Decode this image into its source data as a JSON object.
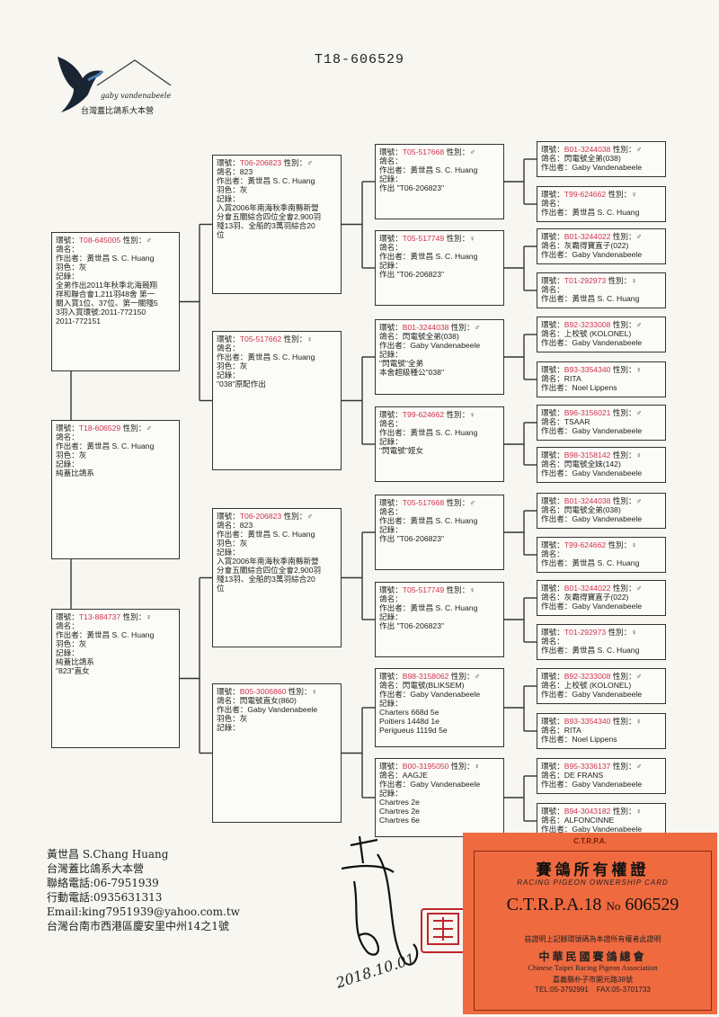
{
  "title": "T18-606529",
  "logo": {
    "script": "gaby vandenabeele",
    "text": "台灣蓋比鴿系大本營"
  },
  "boxes": [
    {
      "id": "b1",
      "ring": "T18-606529",
      "sex": "♂",
      "lines": [
        "鴿名：",
        "作出者：黃世昌 S. C. Huang",
        "羽色：灰",
        "記錄：",
        "純蓋比鴿系"
      ]
    },
    {
      "id": "b2",
      "ring": "T08-645005",
      "sex": "♂",
      "lines": [
        "鴿名：",
        "作出者：黃世昌 S. C. Huang",
        "羽色：灰",
        "記錄：",
        "全弟作出2011年秋季北海競翔",
        "祥和聯合會1,211羽48舍 第一",
        "關入賞1位、37位、第一關殘5",
        "3羽入賞環號:2011-772150",
        "2011-772151"
      ]
    },
    {
      "id": "b3",
      "ring": "T13-884737",
      "sex": "♀",
      "lines": [
        "鴿名：",
        "作出者：黃世昌 S. C. Huang",
        "羽色：灰",
        "記錄：",
        "純蓋比鴿系",
        "\"823\"直女"
      ]
    },
    {
      "id": "b4",
      "ring": "T06-206823",
      "sex": "♂",
      "lines": [
        "鴿名：823",
        "作出者：黃世昌 S. C. Huang",
        "羽色：灰",
        "記錄：",
        "入賞2006年南海秋季南縣新營",
        "分會五關綜合四位全會2,900羽",
        "殘13羽、全船的3萬羽綜合20",
        "位"
      ]
    },
    {
      "id": "b5",
      "ring": "T05-517662",
      "sex": "♀",
      "lines": [
        "鴿名：",
        "作出者：黃世昌 S. C. Huang",
        "羽色：灰",
        "記錄：",
        "\"038\"原配作出"
      ]
    },
    {
      "id": "b6",
      "ring": "T06-206823",
      "sex": "♂",
      "lines": [
        "鴿名：823",
        "作出者：黃世昌 S. C. Huang",
        "羽色：灰",
        "記錄：",
        "入賞2006年南海秋季南縣新營",
        "分會五關綜合四位全會2,900羽",
        "殘13羽、全船的3萬羽綜合20",
        "位"
      ]
    },
    {
      "id": "b7",
      "ring": "B05-3006860",
      "sex": "♀",
      "lines": [
        "鴿名：閃電號直女(860)",
        "作出者：Gaby Vandenabeele",
        "羽色：灰",
        "記錄："
      ]
    },
    {
      "id": "b8",
      "ring": "T05-517668",
      "sex": "♂",
      "lines": [
        "鴿名：",
        "作出者：黃世昌 S. C. Huang",
        "記錄：",
        "作出 \"T06-206823\""
      ]
    },
    {
      "id": "b9",
      "ring": "T05-517749",
      "sex": "♀",
      "lines": [
        "鴿名：",
        "作出者：黃世昌 S. C. Huang",
        "記錄：",
        "作出 \"T06-206823\""
      ]
    },
    {
      "id": "b10",
      "ring": "B01-3244038",
      "sex": "♂",
      "lines": [
        "鴿名：閃電號全弟(038)",
        "作出者：Gaby Vandenabeele",
        "記錄：",
        "\"閃電號\"全弟",
        "本舍超級種公\"038\""
      ]
    },
    {
      "id": "b11",
      "ring": "T99-624662",
      "sex": "♀",
      "lines": [
        "鴿名：",
        "作出者：黃世昌 S. C. Huang",
        "記錄：",
        "\"閃電號\"姪女"
      ]
    },
    {
      "id": "b12",
      "ring": "T05-517668",
      "sex": "♂",
      "lines": [
        "鴿名：",
        "作出者：黃世昌 S. C. Huang",
        "記錄：",
        "作出 \"T06-206823\""
      ]
    },
    {
      "id": "b13",
      "ring": "T05-517749",
      "sex": "♀",
      "lines": [
        "鴿名：",
        "作出者：黃世昌 S. C. Huang",
        "記錄：",
        "作出 \"T06-206823\""
      ]
    },
    {
      "id": "b14",
      "ring": "B98-3158062",
      "sex": "♂",
      "lines": [
        "鴿名：閃電號(BLIKSEM)",
        "作出者：Gaby Vandenabeele",
        "記錄：",
        "Charters 668d 5e",
        "Poitiers 1448d 1e",
        "Perigueus 1119d 5e"
      ]
    },
    {
      "id": "b15",
      "ring": "B00-3195050",
      "sex": "♀",
      "lines": [
        "鴿名：AAGJE",
        "作出者：Gaby Vandenabeele",
        "記錄：",
        "Chartres 2e",
        "Chartres 2e",
        "Chartres 6e"
      ]
    },
    {
      "id": "g1",
      "ring": "B01-3244038",
      "sex": "♂",
      "lines": [
        "鴿名：閃電號全弟(038)",
        "作出者：Gaby Vandenabeele"
      ]
    },
    {
      "id": "g2",
      "ring": "T99-624662",
      "sex": "♀",
      "lines": [
        "鴿名：",
        "作出者：黃世昌 S. C. Huang"
      ]
    },
    {
      "id": "g3",
      "ring": "B01-3244022",
      "sex": "♂",
      "lines": [
        "鴿名：灰霸得寶直子(022)",
        "作出者：Gaby Vandenabeele"
      ]
    },
    {
      "id": "g4",
      "ring": "T01-292973",
      "sex": "♀",
      "lines": [
        "鴿名：",
        "作出者：黃世昌 S. C. Huang"
      ]
    },
    {
      "id": "g5",
      "ring": "B92-3233008",
      "sex": "♂",
      "lines": [
        "鴿名：上校號 (KOLONEL)",
        "作出者：Gaby Vandenabeele"
      ]
    },
    {
      "id": "g6",
      "ring": "B93-3354340",
      "sex": "♀",
      "lines": [
        "鴿名：RITA",
        "作出者：Noel Lippens"
      ]
    },
    {
      "id": "g7",
      "ring": "B96-3156021",
      "sex": "♂",
      "lines": [
        "鴿名：TSAAR",
        "作出者：Gaby Vandenabeele"
      ]
    },
    {
      "id": "g8",
      "ring": "B98-3158142",
      "sex": "♀",
      "lines": [
        "鴿名：閃電號全妹(142)",
        "作出者：Gaby Vandenabeele"
      ]
    },
    {
      "id": "g9",
      "ring": "B01-3244038",
      "sex": "♂",
      "lines": [
        "鴿名：閃電號全弟(038)",
        "作出者：Gaby Vandenabeele"
      ]
    },
    {
      "id": "g10",
      "ring": "T99-624662",
      "sex": "♀",
      "lines": [
        "鴿名：",
        "作出者：黃世昌 S. C. Huang"
      ]
    },
    {
      "id": "g11",
      "ring": "B01-3244022",
      "sex": "♂",
      "lines": [
        "鴿名：灰霸得寶直子(022)",
        "作出者：Gaby Vandenabeele"
      ]
    },
    {
      "id": "g12",
      "ring": "T01-292973",
      "sex": "♀",
      "lines": [
        "鴿名：",
        "作出者：黃世昌 S. C. Huang"
      ]
    },
    {
      "id": "g13",
      "ring": "B92-3233008",
      "sex": "♂",
      "lines": [
        "鴿名：上校號 (KOLONEL)",
        "作出者：Gaby Vandenabeele"
      ]
    },
    {
      "id": "g14",
      "ring": "B93-3354340",
      "sex": "♀",
      "lines": [
        "鴿名：RITA",
        "作出者：Noel Lippens"
      ]
    },
    {
      "id": "g15",
      "ring": "B95-3336137",
      "sex": "♂",
      "lines": [
        "鴿名：DE FRANS",
        "作出者：Gaby Vandenabeele"
      ]
    },
    {
      "id": "g16",
      "ring": "B94-3043182",
      "sex": "♀",
      "lines": [
        "鴿名：ALFONCINNE",
        "作出者：Gaby Vandenabeele"
      ]
    }
  ],
  "ring_label": "環號：",
  "sex_label": "性別：",
  "owner": {
    "name": "黃世昌 S.Chang Huang",
    "org": "台灣蓋比鴿系大本營",
    "phone": "聯絡電話:06-7951939",
    "mobile": "行動電話:0935631313",
    "email": "Email:king7951939@yahoo.com.tw",
    "address": "台灣台南市西港區慶安里中州14之1號"
  },
  "signature_date": "2018.10.01",
  "card": {
    "badge": "C.T.R.P.A.",
    "title_zh": "賽鴿所有權證",
    "title_en": "RACING PIGEON OWNERSHIP CARD",
    "code": "C.T.R.P.A.18",
    "no_label": "No",
    "number": "606529",
    "cert_text": "茲證明上記腳環號碼為本證所有權者此證明",
    "org_zh": "中華民國賽鴿總會",
    "org_en": "Chinese Taipei Racing Pigeon Association",
    "address": "嘉義縣朴子市開元路38號",
    "tel": "TEL:05-3792991",
    "fax": "FAX:05-3701733"
  },
  "colors": {
    "ring": "#d0344e",
    "card": "#ef6a3f"
  }
}
